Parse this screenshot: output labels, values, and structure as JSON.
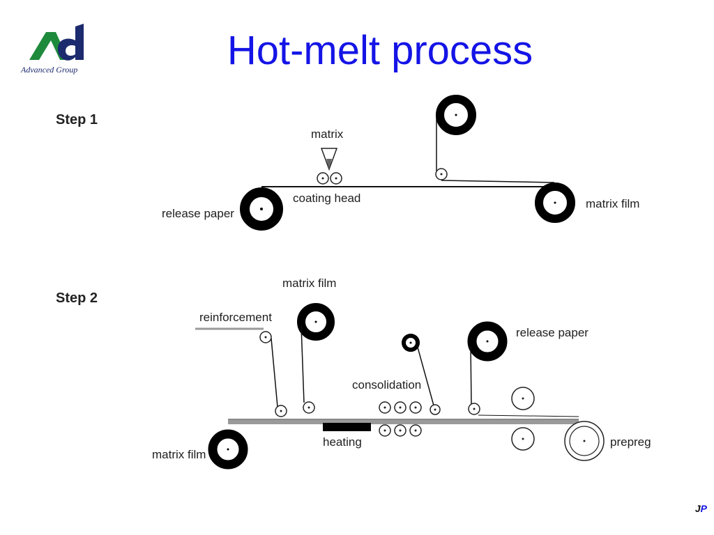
{
  "slide": {
    "title": "Hot-melt process",
    "logo_text": "Advanced Group",
    "footer_initials": {
      "j": "J",
      "p": "P"
    }
  },
  "colors": {
    "title": "#1414e6",
    "logo_green": "#1e8a3c",
    "logo_navy": "#1c2a6e",
    "roll": "#000000",
    "film": "#9a9a9a"
  },
  "step1": {
    "heading": "Step 1",
    "labels": {
      "matrix": "matrix",
      "coating_head": "coating head",
      "release_paper": "release paper",
      "matrix_film": "matrix film"
    }
  },
  "step2": {
    "heading": "Step 2",
    "labels": {
      "matrix_film_top": "matrix film",
      "reinforcement": "reinforcement",
      "release_paper": "release paper",
      "consolidation": "consolidation",
      "heating": "heating",
      "matrix_film_bottom": "matrix film",
      "prepreg": "prepreg"
    }
  }
}
